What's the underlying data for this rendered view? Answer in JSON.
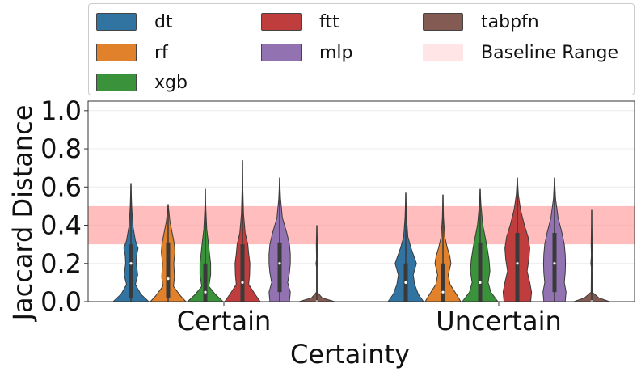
{
  "chart_data": {
    "type": "violin",
    "xlabel": "Certainty",
    "ylabel": "Jaccard Distance",
    "categories": [
      "Certain",
      "Uncertain"
    ],
    "ylim": [
      0.0,
      1.05
    ],
    "yticks": [
      "0.0",
      "0.2",
      "0.4",
      "0.6",
      "0.8",
      "1.0"
    ],
    "grid": "horizontal",
    "legend": "top",
    "baseline_range": {
      "name": "Baseline Range",
      "low": 0.3,
      "high": 0.5,
      "color": "#ff9999"
    },
    "series": [
      {
        "name": "dt",
        "color": "#3274a1",
        "groups": [
          {
            "max": 0.62,
            "q1": 0.02,
            "median": 0.2,
            "q3": 0.3,
            "profile": [
              [
                0,
                1.0
              ],
              [
                0.04,
                0.55
              ],
              [
                0.09,
                0.25
              ],
              [
                0.14,
                0.38
              ],
              [
                0.2,
                0.3
              ],
              [
                0.24,
                0.32
              ],
              [
                0.28,
                0.4
              ],
              [
                0.32,
                0.25
              ],
              [
                0.4,
                0.1
              ],
              [
                0.5,
                0.04
              ],
              [
                0.62,
                0
              ]
            ]
          },
          {
            "max": 0.57,
            "q1": 0.0,
            "median": 0.1,
            "q3": 0.2,
            "profile": [
              [
                0,
                1.0
              ],
              [
                0.04,
                0.7
              ],
              [
                0.09,
                0.5
              ],
              [
                0.14,
                0.42
              ],
              [
                0.2,
                0.6
              ],
              [
                0.24,
                0.45
              ],
              [
                0.28,
                0.3
              ],
              [
                0.34,
                0.12
              ],
              [
                0.44,
                0.04
              ],
              [
                0.57,
                0
              ]
            ]
          }
        ]
      },
      {
        "name": "rf",
        "color": "#e1812c",
        "groups": [
          {
            "max": 0.51,
            "q1": 0.02,
            "median": 0.12,
            "q3": 0.31,
            "profile": [
              [
                0,
                1.0
              ],
              [
                0.03,
                0.7
              ],
              [
                0.08,
                0.3
              ],
              [
                0.13,
                0.36
              ],
              [
                0.2,
                0.32
              ],
              [
                0.26,
                0.38
              ],
              [
                0.3,
                0.35
              ],
              [
                0.35,
                0.25
              ],
              [
                0.42,
                0.1
              ],
              [
                0.51,
                0
              ]
            ]
          },
          {
            "max": 0.56,
            "q1": 0.0,
            "median": 0.05,
            "q3": 0.2,
            "profile": [
              [
                0,
                1.0
              ],
              [
                0.04,
                0.75
              ],
              [
                0.09,
                0.4
              ],
              [
                0.14,
                0.3
              ],
              [
                0.2,
                0.45
              ],
              [
                0.24,
                0.38
              ],
              [
                0.28,
                0.25
              ],
              [
                0.34,
                0.1
              ],
              [
                0.44,
                0.03
              ],
              [
                0.56,
                0
              ]
            ]
          }
        ]
      },
      {
        "name": "xgb",
        "color": "#3a923a",
        "groups": [
          {
            "max": 0.59,
            "q1": 0.0,
            "median": 0.05,
            "q3": 0.2,
            "profile": [
              [
                0,
                1.0
              ],
              [
                0.04,
                0.55
              ],
              [
                0.08,
                0.2
              ],
              [
                0.14,
                0.3
              ],
              [
                0.2,
                0.3
              ],
              [
                0.24,
                0.25
              ],
              [
                0.3,
                0.18
              ],
              [
                0.38,
                0.08
              ],
              [
                0.48,
                0.03
              ],
              [
                0.59,
                0
              ]
            ]
          },
          {
            "max": 0.59,
            "q1": 0.0,
            "median": 0.1,
            "q3": 0.31,
            "profile": [
              [
                0,
                1.0
              ],
              [
                0.05,
                0.6
              ],
              [
                0.1,
                0.45
              ],
              [
                0.16,
                0.55
              ],
              [
                0.22,
                0.5
              ],
              [
                0.28,
                0.4
              ],
              [
                0.33,
                0.3
              ],
              [
                0.4,
                0.15
              ],
              [
                0.5,
                0.05
              ],
              [
                0.59,
                0
              ]
            ]
          }
        ]
      },
      {
        "name": "ftt",
        "color": "#c03d3e",
        "groups": [
          {
            "max": 0.74,
            "q1": 0.0,
            "median": 0.1,
            "q3": 0.3,
            "profile": [
              [
                0,
                1.0
              ],
              [
                0.04,
                0.7
              ],
              [
                0.09,
                0.35
              ],
              [
                0.14,
                0.4
              ],
              [
                0.2,
                0.42
              ],
              [
                0.25,
                0.35
              ],
              [
                0.3,
                0.3
              ],
              [
                0.36,
                0.15
              ],
              [
                0.46,
                0.06
              ],
              [
                0.6,
                0.02
              ],
              [
                0.74,
                0
              ]
            ]
          },
          {
            "max": 0.65,
            "q1": 0.0,
            "median": 0.2,
            "q3": 0.36,
            "profile": [
              [
                0,
                0.75
              ],
              [
                0.05,
                0.8
              ],
              [
                0.1,
                0.7
              ],
              [
                0.16,
                0.55
              ],
              [
                0.22,
                0.65
              ],
              [
                0.28,
                0.7
              ],
              [
                0.34,
                0.6
              ],
              [
                0.4,
                0.4
              ],
              [
                0.48,
                0.18
              ],
              [
                0.56,
                0.06
              ],
              [
                0.65,
                0
              ]
            ]
          }
        ]
      },
      {
        "name": "mlp",
        "color": "#9372b2",
        "groups": [
          {
            "max": 0.65,
            "q1": 0.05,
            "median": 0.2,
            "q3": 0.31,
            "profile": [
              [
                0,
                0.55
              ],
              [
                0.05,
                0.6
              ],
              [
                0.1,
                0.45
              ],
              [
                0.15,
                0.55
              ],
              [
                0.2,
                0.6
              ],
              [
                0.25,
                0.6
              ],
              [
                0.3,
                0.55
              ],
              [
                0.36,
                0.4
              ],
              [
                0.44,
                0.15
              ],
              [
                0.54,
                0.05
              ],
              [
                0.65,
                0
              ]
            ]
          },
          {
            "max": 0.65,
            "q1": 0.05,
            "median": 0.2,
            "q3": 0.36,
            "profile": [
              [
                0,
                0.6
              ],
              [
                0.05,
                0.65
              ],
              [
                0.1,
                0.55
              ],
              [
                0.15,
                0.6
              ],
              [
                0.2,
                0.62
              ],
              [
                0.25,
                0.6
              ],
              [
                0.3,
                0.55
              ],
              [
                0.36,
                0.42
              ],
              [
                0.44,
                0.2
              ],
              [
                0.54,
                0.06
              ],
              [
                0.65,
                0
              ]
            ]
          }
        ]
      },
      {
        "name": "tabpfn",
        "color": "#845b53",
        "groups": [
          {
            "max": 0.4,
            "q1": 0.0,
            "median": 0.0,
            "q3": 0.0,
            "profile": [
              [
                0,
                1.0
              ],
              [
                0.02,
                0.3
              ],
              [
                0.05,
                0.02
              ],
              [
                0.18,
                0.02
              ],
              [
                0.2,
                0.05
              ],
              [
                0.22,
                0.02
              ],
              [
                0.3,
                0.03
              ],
              [
                0.4,
                0
              ]
            ]
          },
          {
            "max": 0.48,
            "q1": 0.0,
            "median": 0.0,
            "q3": 0.0,
            "profile": [
              [
                0,
                1.0
              ],
              [
                0.02,
                0.4
              ],
              [
                0.05,
                0.03
              ],
              [
                0.18,
                0.02
              ],
              [
                0.2,
                0.05
              ],
              [
                0.24,
                0.02
              ],
              [
                0.3,
                0.03
              ],
              [
                0.4,
                0.01
              ],
              [
                0.48,
                0
              ]
            ]
          }
        ]
      }
    ]
  }
}
